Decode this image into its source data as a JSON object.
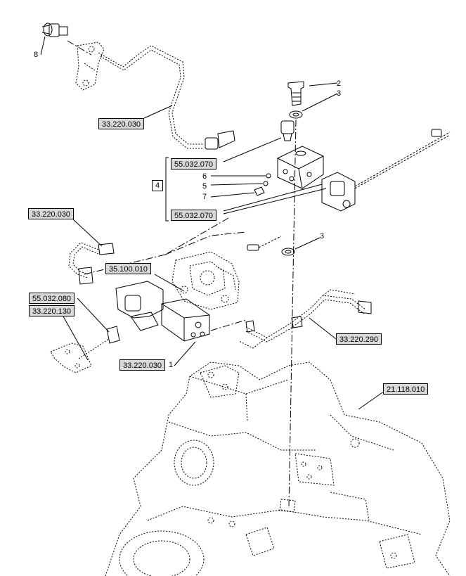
{
  "references": {
    "r33220030_top": "33.220.030",
    "r55032070_a": "55.032.070",
    "r55032070_b": "55.032.070",
    "r33220030_left": "33.220.030",
    "r35100010": "35.100.010",
    "r55032080": "55.032.080",
    "r33220130": "33.220.130",
    "r33220030_bottom": "33.220.030",
    "r33220290": "33.220.290",
    "r21118010": "21.118.010"
  },
  "item_numbers": {
    "n1": "1",
    "n2": "2",
    "n3a": "3",
    "n3b": "3",
    "n4": "4",
    "n5": "5",
    "n6": "6",
    "n7": "7",
    "n8": "8"
  },
  "colors": {
    "line": "#000000",
    "label_fill": "#d9d9d9"
  }
}
